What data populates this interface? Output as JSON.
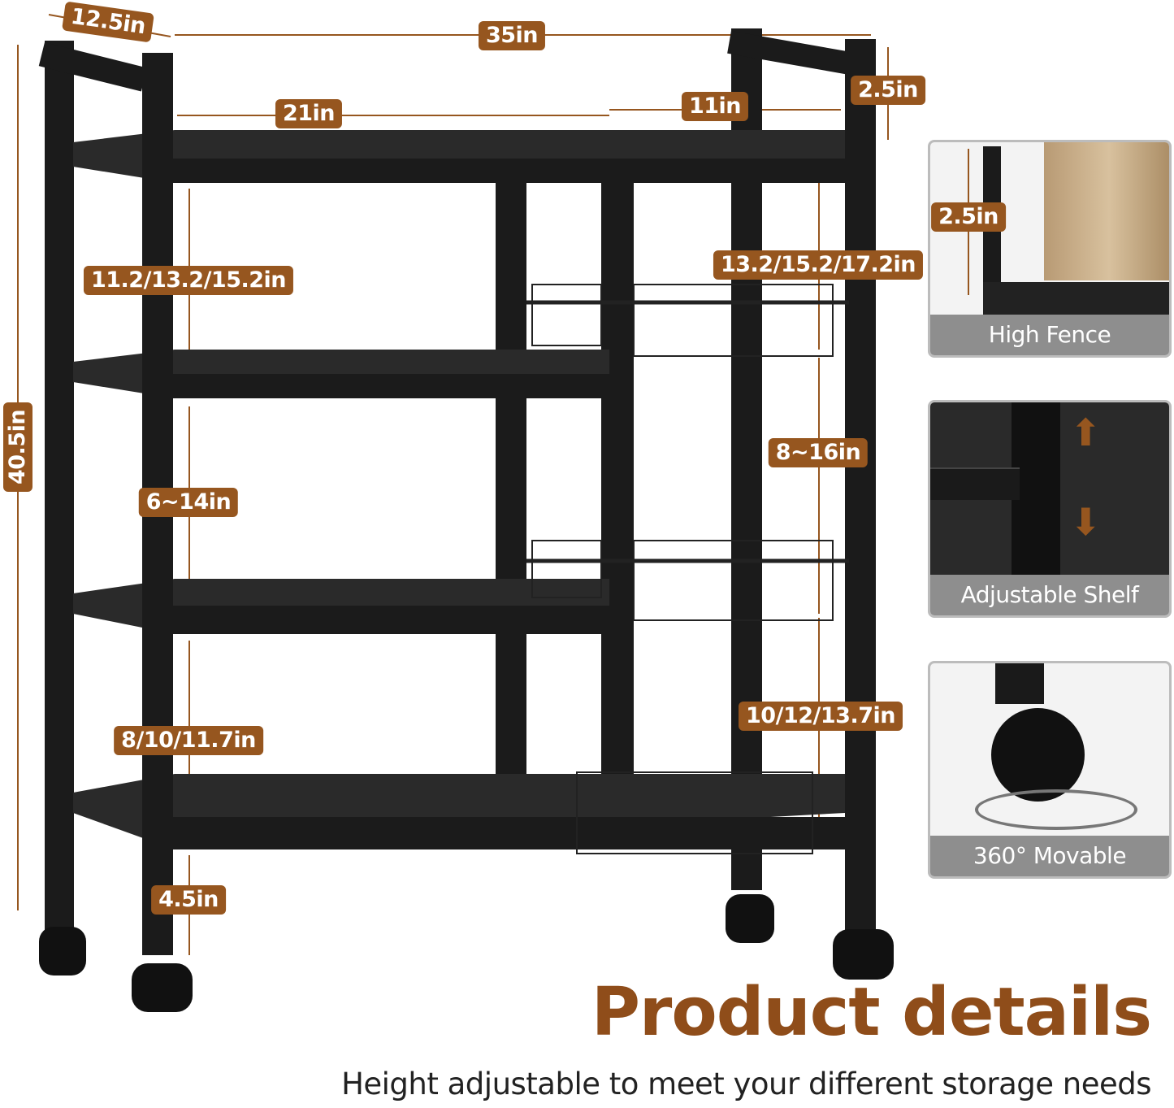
{
  "dimensions": {
    "depth": "12.5in",
    "width": "35in",
    "height": "40.5in",
    "left_width": "21in",
    "right_width": "11in",
    "fence": "2.5in",
    "left_gap_top": "11.2/13.2/15.2in",
    "left_gap_mid": "6~14in",
    "left_gap_bottom": "8/10/11.7in",
    "leg": "4.5in",
    "right_gap_top": "13.2/15.2/17.2in",
    "right_gap_mid": "8~16in",
    "right_gap_bottom": "10/12/13.7in"
  },
  "features": [
    {
      "caption": "High Fence",
      "badge": "2.5in"
    },
    {
      "caption": "Adjustable Shelf"
    },
    {
      "caption": "360° Movable"
    }
  ],
  "title": "Product details",
  "subtitle": "Height adjustable to meet your different storage needs",
  "colors": {
    "accent": "#96561f",
    "frame": "#1a1a1a",
    "caption_bg": "#8e8e8e"
  }
}
